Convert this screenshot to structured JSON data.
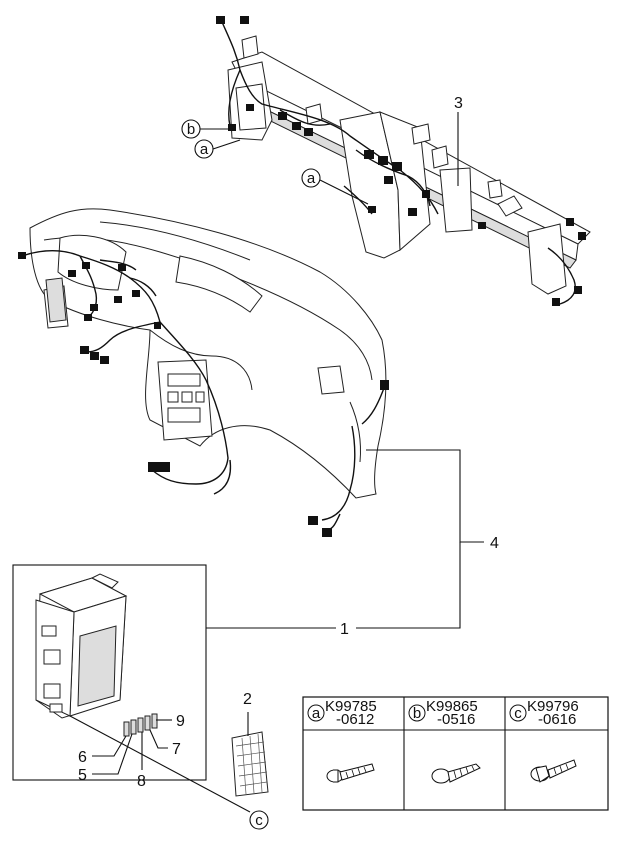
{
  "callouts": {
    "c1": "1",
    "c2": "2",
    "c3": "3",
    "c4": "4",
    "c5": "5",
    "c6": "6",
    "c7": "7",
    "c8": "8",
    "c9": "9"
  },
  "circle_refs": {
    "a": "a",
    "b": "b",
    "c": "c"
  },
  "fastener_table": {
    "columns": [
      {
        "ref": "a",
        "part_line1": "K99785",
        "part_line2": "-0612"
      },
      {
        "ref": "b",
        "part_line1": "K99865",
        "part_line2": "-0516"
      },
      {
        "ref": "c",
        "part_line1": "K99796",
        "part_line2": "-0616"
      }
    ]
  }
}
